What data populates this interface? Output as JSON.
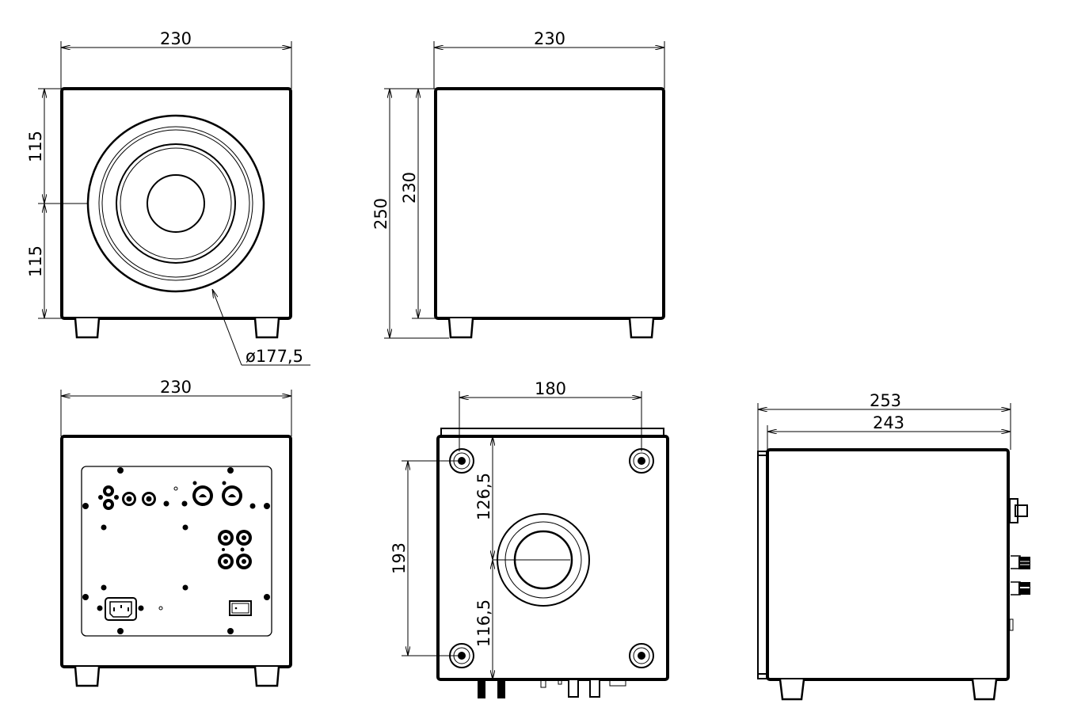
{
  "title": "Subwoofer dimension drawing",
  "views": {
    "front": {
      "width": "230",
      "upper_half": "115",
      "lower_half": "115",
      "driver_diameter": "ø177,5"
    },
    "side": {
      "width": "230",
      "cabinet_height": "230",
      "total_height": "250"
    },
    "rear": {
      "width": "230"
    },
    "bottom": {
      "foot_spacing_x": "180",
      "foot_spacing_y": "193",
      "front_to_port": "126,5",
      "port_to_rear": "116,5"
    },
    "profile": {
      "total_depth": "253",
      "cabinet_depth": "243"
    }
  }
}
